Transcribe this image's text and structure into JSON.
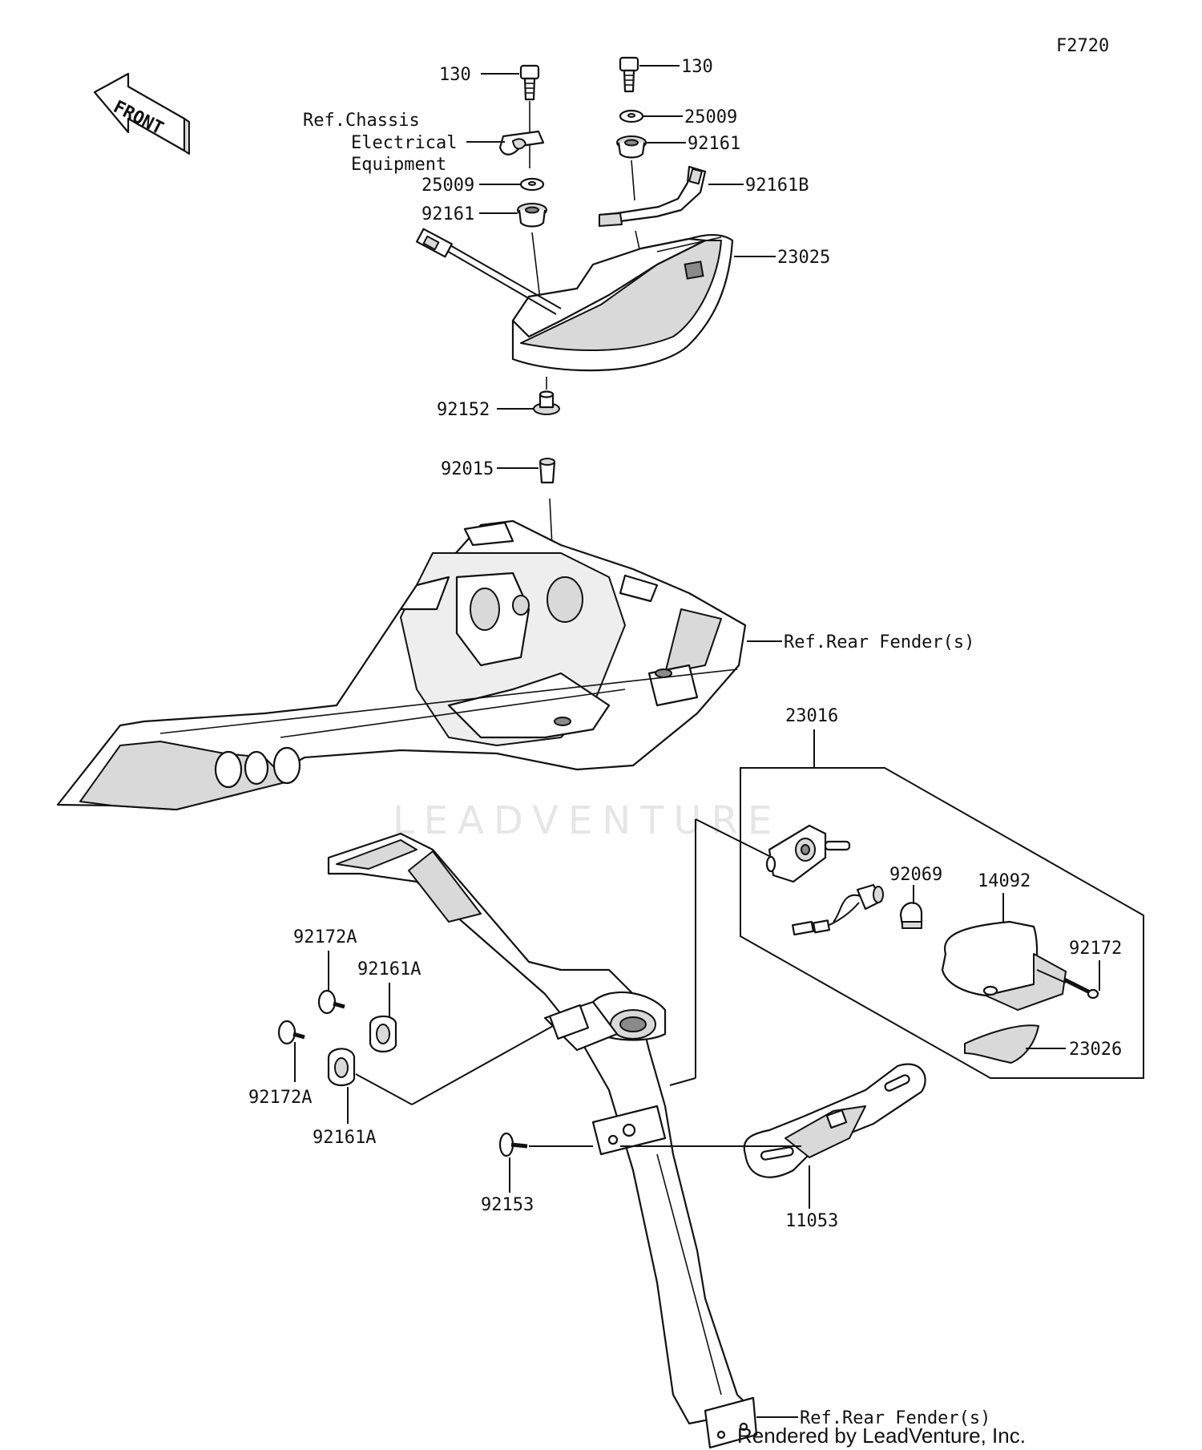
{
  "figure_code": "F2720",
  "front_marker": "FRONT",
  "watermark": "LEADVENTURE",
  "credit": "Rendered by LeadVenture, Inc.",
  "labels": {
    "bolt_130_left": "130",
    "bolt_130_right": "130",
    "ref_chassis_1": "Ref.Chassis",
    "ref_chassis_2": "Electrical",
    "ref_chassis_3": "Equipment",
    "washer_25009_left": "25009",
    "washer_25009_right": "25009",
    "grommet_92161_left": "92161",
    "grommet_92161_right": "92161",
    "grommet_92161B": "92161B",
    "tail_lamp_23025": "23025",
    "collar_92152": "92152",
    "collar_92015": "92015",
    "ref_rear_fender_top": "Ref.Rear Fender(s)",
    "license_lamp_23016": "23016",
    "bulb_92069": "92069",
    "lens_14092": "14092",
    "screw_92172": "92172",
    "lens_23026": "23026",
    "screw_92172A_top": "92172A",
    "grommet_92161A_top": "92161A",
    "screw_92172A_bottom": "92172A",
    "grommet_92161A_bottom": "92161A",
    "bolt_92153": "92153",
    "bracket_11053": "11053",
    "ref_rear_fender_bottom": "Ref.Rear Fender(s)"
  }
}
